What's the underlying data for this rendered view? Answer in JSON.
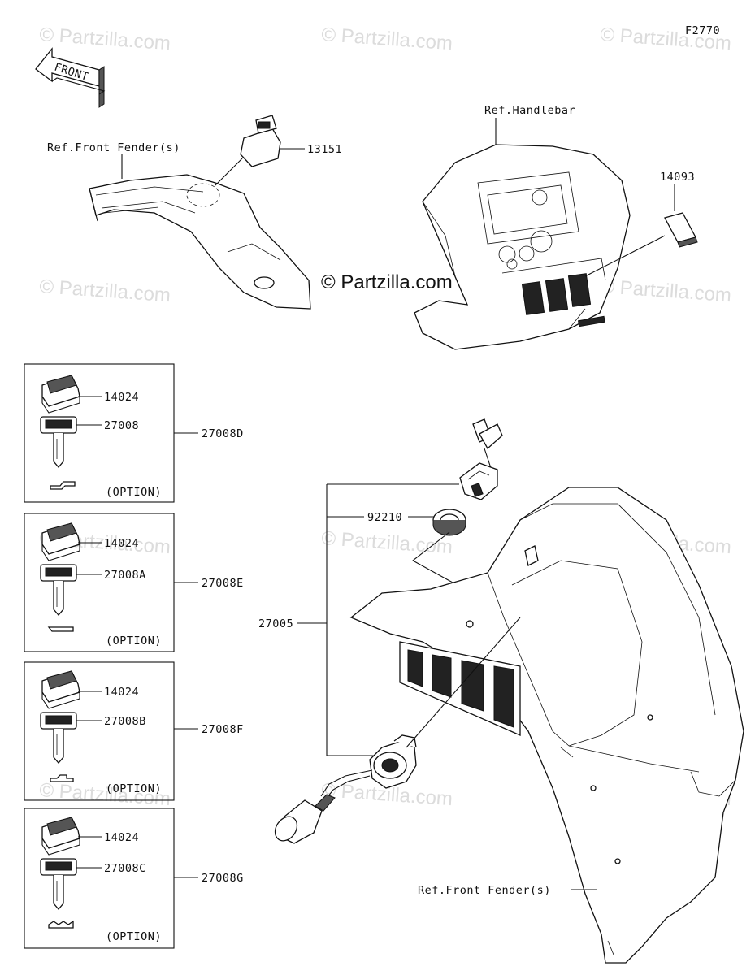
{
  "figure_code": "F2770",
  "front_arrow_label": "FRONT",
  "watermark": "© Partzilla.com",
  "ref_labels": {
    "front_fender_top": "Ref.Front Fender(s)",
    "handlebar": "Ref.Handlebar",
    "front_fender_bottom": "Ref.Front Fender(s)"
  },
  "parts": {
    "socket": "13151",
    "switch_cover": "14093",
    "nut": "92210",
    "ignition_switch_assy": "27005"
  },
  "key_sets": [
    {
      "set_number": "27008D",
      "cap": "14024",
      "key": "27008",
      "option": "(OPTION)"
    },
    {
      "set_number": "27008E",
      "cap": "14024",
      "key": "27008A",
      "option": "(OPTION)"
    },
    {
      "set_number": "27008F",
      "cap": "14024",
      "key": "27008B",
      "option": "(OPTION)"
    },
    {
      "set_number": "27008G",
      "cap": "14024",
      "key": "27008C",
      "option": "(OPTION)"
    }
  ]
}
